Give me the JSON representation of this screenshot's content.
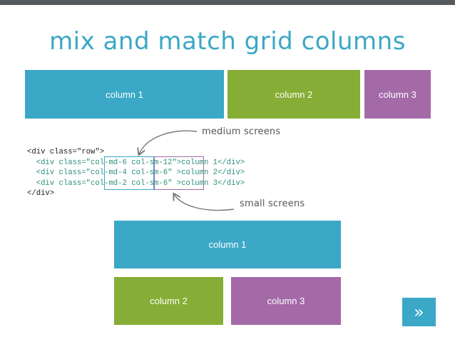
{
  "slide": {
    "title": "mix and match grid columns"
  },
  "top_row": {
    "col1": "column 1",
    "col2": "column 2",
    "col3": "column 3"
  },
  "code": {
    "line1": "<div class=\"row\">",
    "line2_prefix": "  <div class=\"",
    "line2_md": "col-md-6",
    "line2_sm": "col-sm-12",
    "line2_suffix": "\">column 1</div>",
    "line3_prefix": "  <div class=\"",
    "line3_md": "col-md-4",
    "line3_sm": "col-sm-6",
    "line3_suffix": "\" >column 2</div>",
    "line4_prefix": "  <div class=\"",
    "line4_md": "col-md-2",
    "line4_sm": "col-sm-6",
    "line4_suffix": "\" >column 3</div>",
    "line5": "</div>"
  },
  "annotations": {
    "medium": "medium screens",
    "small": "small screens"
  },
  "bottom_row": {
    "col1": "column 1",
    "col2": "column 2",
    "col3": "column 3"
  },
  "nav": {
    "next_label": "»"
  },
  "colors": {
    "teal": "#3aa8c6",
    "green": "#86ad35",
    "purple": "#a46aa8",
    "topbar": "#555a5e"
  }
}
